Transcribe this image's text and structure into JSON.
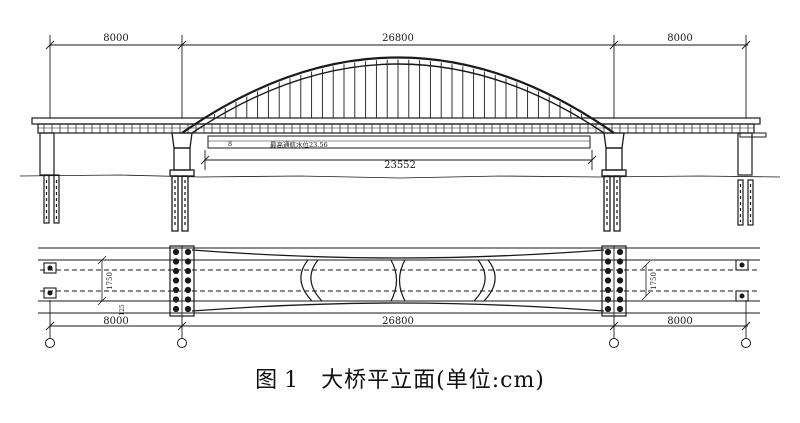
{
  "elevation": {
    "dim_left": "8000",
    "dim_main": "26800",
    "dim_right": "8000",
    "water_level": "最高通航水位23.56",
    "clear_span": "23552",
    "clearance_mark": "8"
  },
  "plan": {
    "dim_left": "8000",
    "dim_main": "26800",
    "dim_right": "8000",
    "width_left": "1750",
    "width_right": "1750",
    "edge_left": "125"
  },
  "caption": {
    "figure_label": "图",
    "figure_number": "1",
    "title": "大桥平立面(单位:cm)"
  },
  "colors": {
    "line": "#1a1a1a",
    "background": "#ffffff"
  }
}
